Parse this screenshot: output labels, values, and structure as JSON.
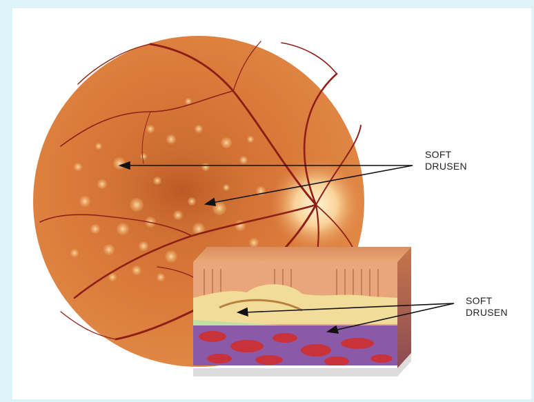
{
  "colors": {
    "page_border": "#ddf3f8",
    "retina_base": "#d8793a",
    "vessel": "#8e1f16",
    "optic_disc": "#fde2b0",
    "drusen": "#f2bd7a",
    "tissue_top": "#e6a06c",
    "drusen_layer": "#f1dc9a",
    "membrane": "#bfe0a2",
    "choroid_purple": "#8a5aa8",
    "choroid_red": "#c8323a",
    "arrow": "#111111"
  },
  "icons": {
    "retina": "fundus-illustration-icon",
    "cross_section": "retina-cross-section-icon"
  },
  "labels": {
    "fundus": {
      "line1": "SOFT",
      "line2": "DRUSEN"
    },
    "section": {
      "line1": "SOFT",
      "line2": "DRUSEN"
    }
  }
}
